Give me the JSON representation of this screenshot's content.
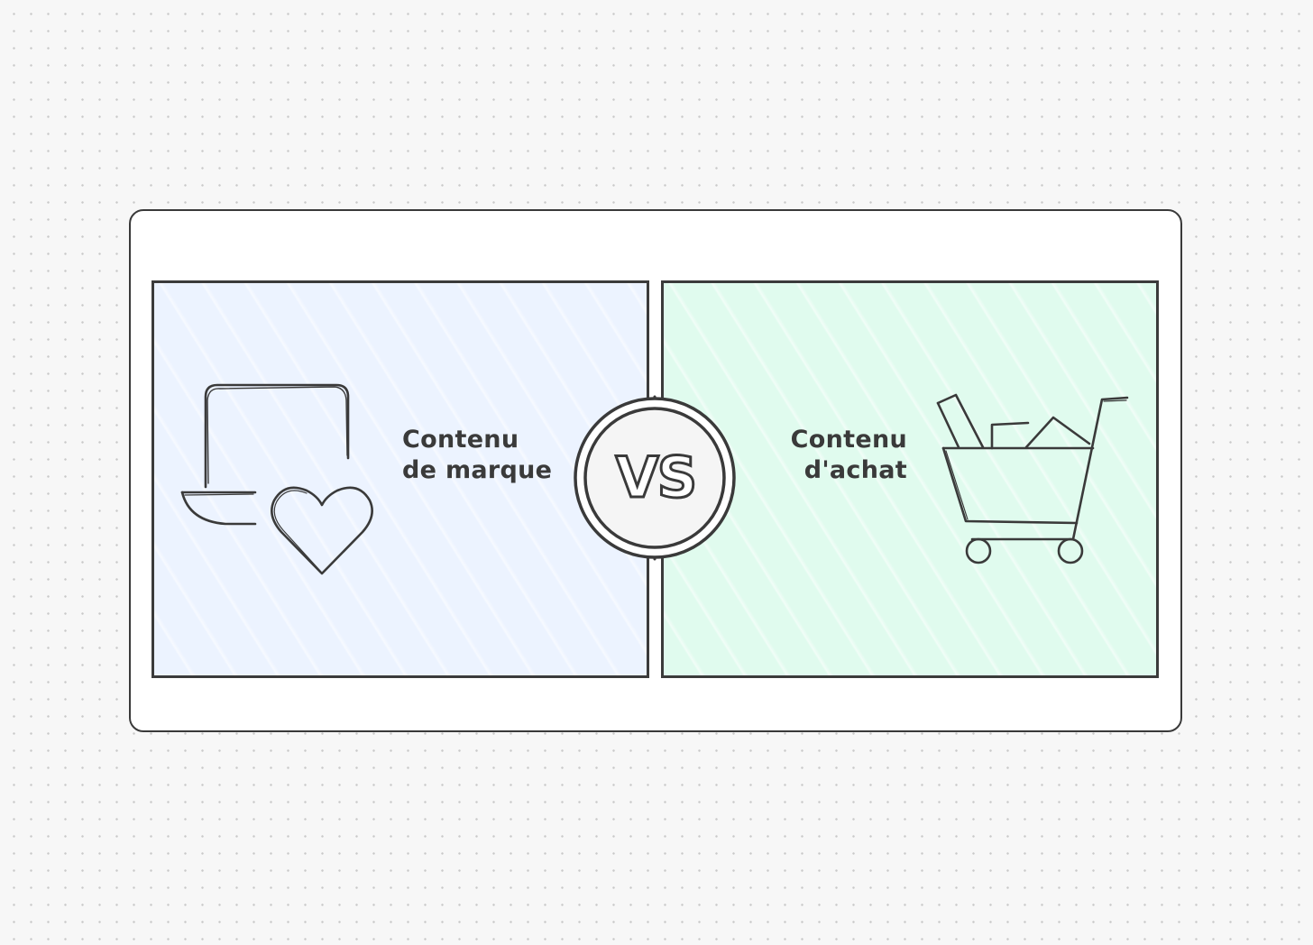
{
  "comparison": {
    "left": {
      "title_line1": "Contenu",
      "title_line2": "de marque",
      "icon": "laptop-heart-icon",
      "fill_color": "#ecf3ff"
    },
    "right": {
      "title_line1": "Contenu",
      "title_line2": "d'achat",
      "icon": "shopping-cart-icon",
      "fill_color": "#e0fbee"
    },
    "versus_label": "VS"
  },
  "colors": {
    "stroke": "#3a3a3a",
    "card": "#ffffff",
    "background": "#f7f7f7"
  }
}
